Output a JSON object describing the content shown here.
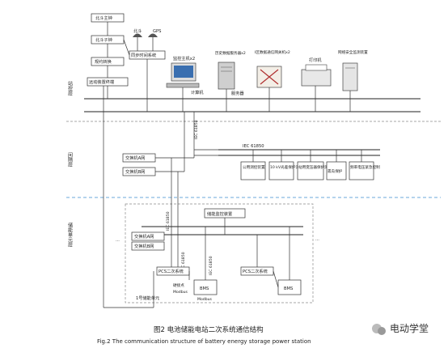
{
  "layers": {
    "station_control": "站控层",
    "bay": "间隔层",
    "storage_unit": "储能单元层"
  },
  "timing": {
    "bd_main": "北斗主钟",
    "bd_slave": "北斗子钟",
    "beidou": "北斗",
    "gps": "GPS",
    "protocol_converter": "规约转换",
    "time_sync": "同步时间系统",
    "remote_terminal": "远动装置终端"
  },
  "station_devices": {
    "monitor_host": "监控主机x2",
    "history_server": "历史数据服务器x2",
    "gateway": "I区数据通信网关机x2",
    "printer": "打印机",
    "net_security": "网络安全监测装置",
    "computer": "计算机",
    "server": "服务器"
  },
  "bay_level": {
    "protocol": "IEC 61850",
    "devices": [
      "公用测控装置",
      "10 kV光差保护测控",
      "站用变压器保护测控",
      "孤岛保护",
      "频率电压紧急控制"
    ]
  },
  "switches": {
    "net_a": "交换机A网",
    "net_b": "交换机B网"
  },
  "vertical_labels": {
    "iec_a": "IEC 61850",
    "iec_b": "IEC 61850",
    "iec_c": "IEC 61850",
    "iec_d": "IEC 61850"
  },
  "storage": {
    "battery_monitor": "储能监控装置",
    "net_a": "交换机A网",
    "net_b": "交换机B网",
    "pcs1": "PCS二次系统",
    "pcs2": "PCS二次系统",
    "bms1": "BMS",
    "bms2": "BMS",
    "contact": "硬接点",
    "modbus1": "Modbus",
    "modbus2": "Modbus",
    "unit_label": "1号储能单元",
    "ellipsis": "···"
  },
  "caption": {
    "cn": "图2    电池储能电站二次系统通信结构",
    "en": "Fig.2    The communication structure of battery energy storage power station"
  },
  "watermark": "电动学堂"
}
